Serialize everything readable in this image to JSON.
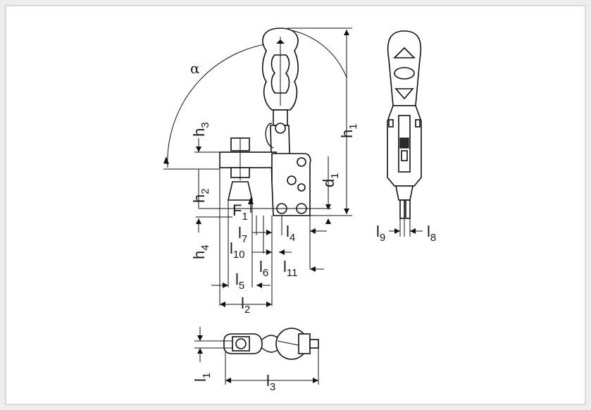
{
  "colors": {
    "background": "#ededed",
    "panel": "#ffffff",
    "border": "#bdbdbd",
    "ink": "#111111"
  },
  "labels": {
    "alpha": "α",
    "h1": {
      "base": "h",
      "sub": "1"
    },
    "h2": {
      "base": "h",
      "sub": "2"
    },
    "h3": {
      "base": "h",
      "sub": "3"
    },
    "h4": {
      "base": "h",
      "sub": "4"
    },
    "d1": {
      "base": "d",
      "sub": "1"
    },
    "F1": {
      "base": "F",
      "sub": "1"
    },
    "l1": {
      "base": "l",
      "sub": "1"
    },
    "l2": {
      "base": "l",
      "sub": "2"
    },
    "l3": {
      "base": "l",
      "sub": "3"
    },
    "l4": {
      "base": "l",
      "sub": "4"
    },
    "l5": {
      "base": "l",
      "sub": "5"
    },
    "l6": {
      "base": "l",
      "sub": "6"
    },
    "l7": {
      "base": "l",
      "sub": "7"
    },
    "l8": {
      "base": "l",
      "sub": "8"
    },
    "l9": {
      "base": "l",
      "sub": "9"
    },
    "l10": {
      "base": "l",
      "sub": "10"
    },
    "l11": {
      "base": "l",
      "sub": "11"
    }
  }
}
